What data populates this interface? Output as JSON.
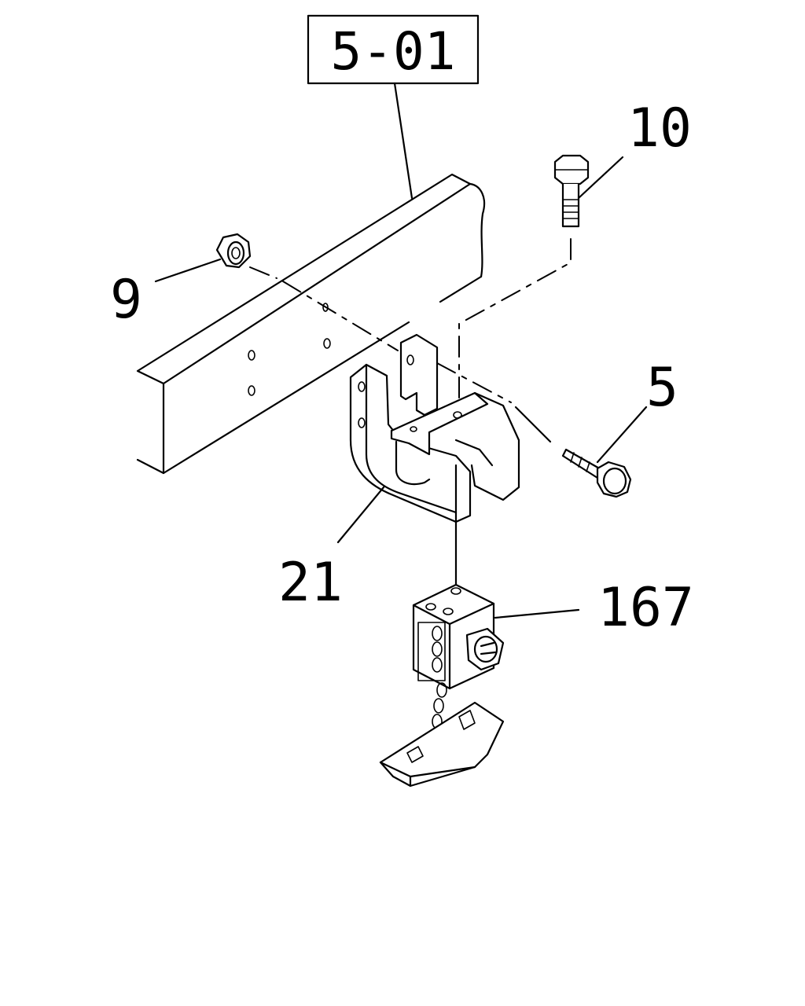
{
  "reference": {
    "label": "5-01"
  },
  "callouts": {
    "bolt_top": "10",
    "nut": "9",
    "bolt_side": "5",
    "bracket": "21",
    "chain_box": "167"
  }
}
